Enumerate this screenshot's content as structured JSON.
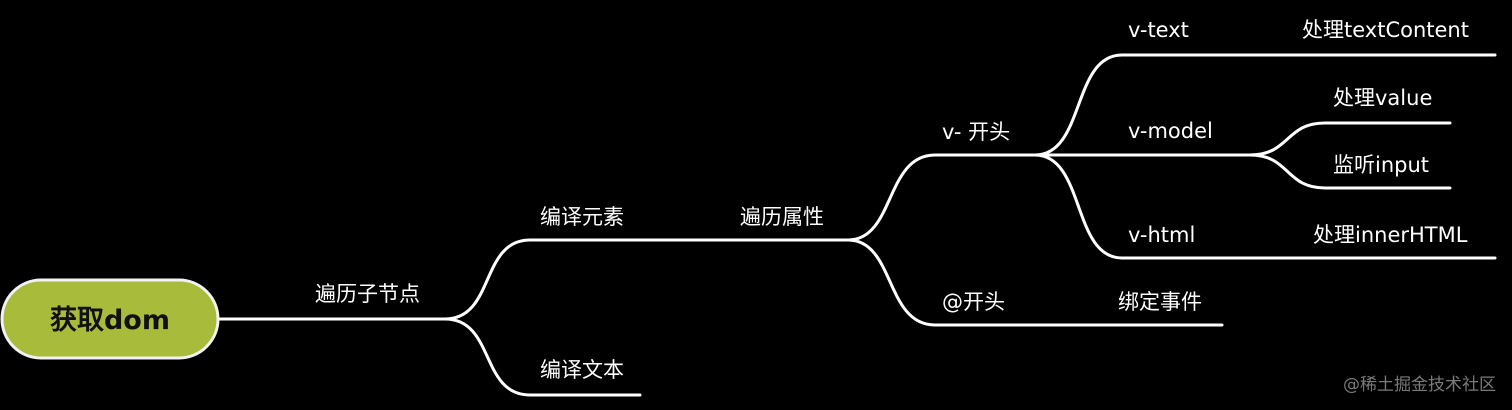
{
  "mindmap": {
    "root": "获取dom",
    "level1": "遍历子节点",
    "compile_element": "编译元素",
    "compile_text": "编译文本",
    "traverse_attrs": "遍历属性",
    "v_prefix": "v-  开头",
    "at_prefix": "@开头",
    "bind_event": "绑定事件",
    "v_text": "v-text",
    "v_text_action": "处理textContent",
    "v_model": "v-model",
    "v_model_value": "处理value",
    "v_model_input": "监听input",
    "v_html": "v-html",
    "v_html_action": "处理innerHTML"
  },
  "colors": {
    "background": "#000000",
    "lines": "#ffffff",
    "root_fill": "#a8bb3a"
  },
  "watermark": "@稀土掘金技术社区"
}
